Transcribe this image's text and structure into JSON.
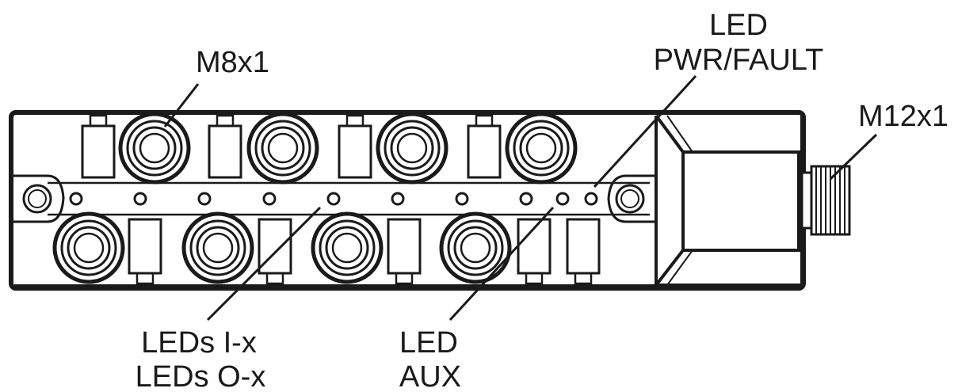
{
  "labels": {
    "m8x1": "M8x1",
    "led_pwr_fault_line1": "LED",
    "led_pwr_fault_line2": "PWR/FAULT",
    "m12x1": "M12x1",
    "leds_i_x": "LEDs I-x",
    "leds_o_x": "LEDs O-x",
    "led_aux_line1": "LED",
    "led_aux_line2": "AUX"
  },
  "colors": {
    "line": "#1a1a1a",
    "background": "#ffffff"
  }
}
